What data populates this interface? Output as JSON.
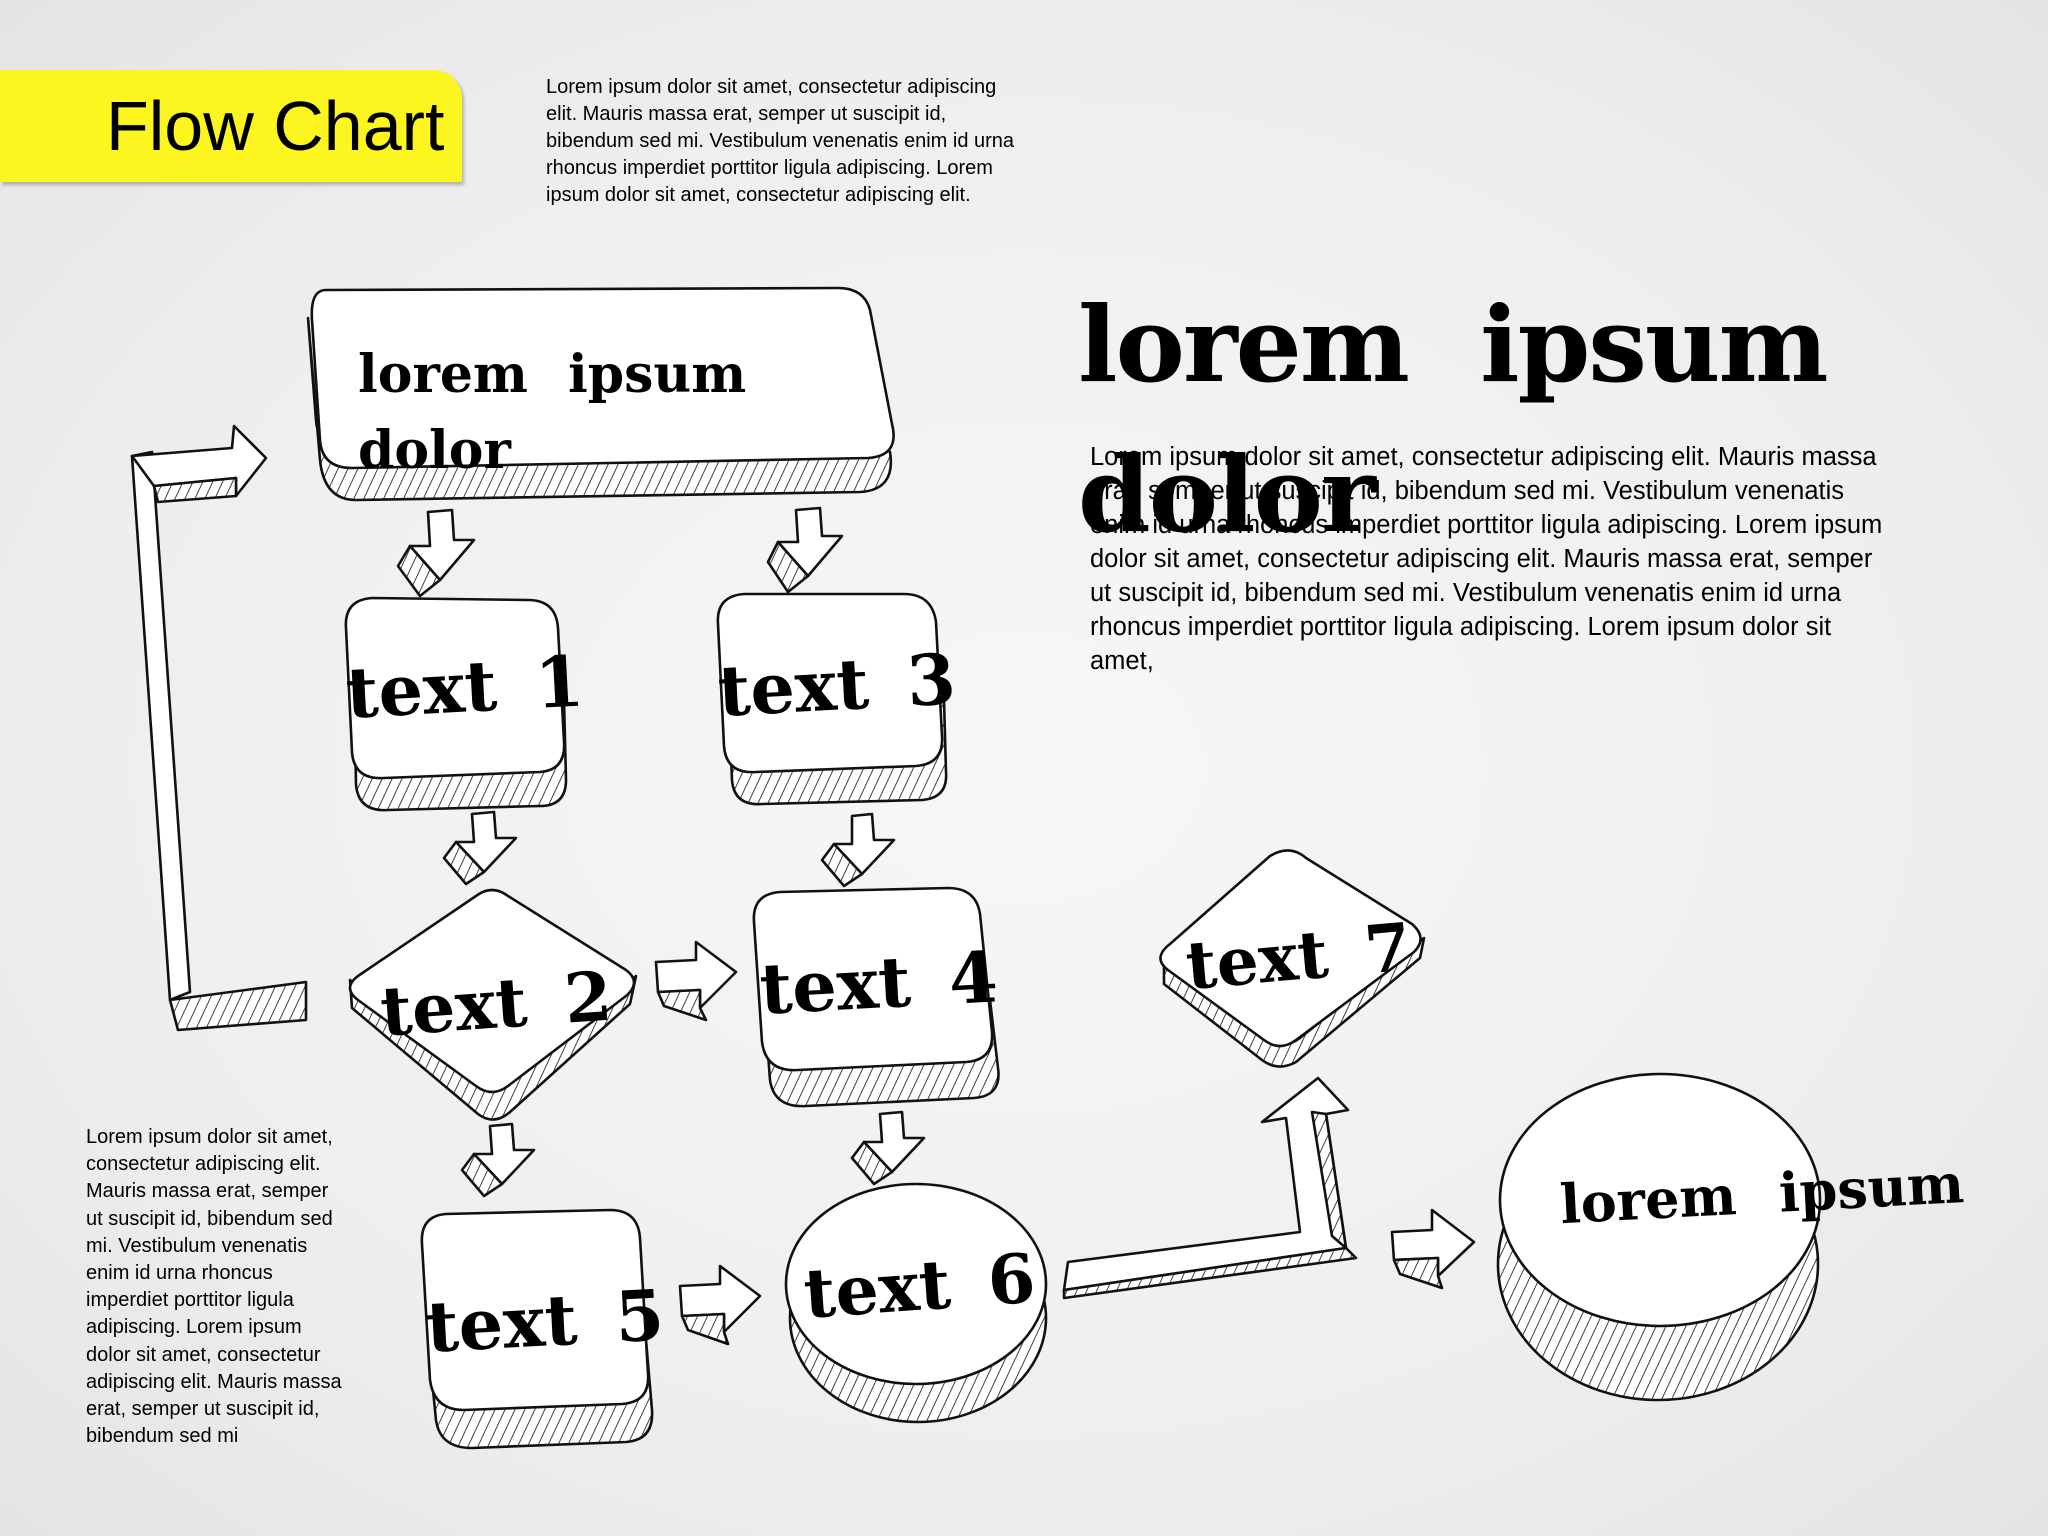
{
  "title": "Flow Chart",
  "intro_paragraph": "Lorem ipsum dolor sit amet, consectetur adipiscing elit. Mauris massa erat, semper ut suscipit id, bibendum sed mi. Vestibulum venenatis enim id urna rhoncus imperdiet porttitor ligula adipiscing. Lorem ipsum dolor sit amet, consectetur adipiscing elit.",
  "main_heading": "lorem ipsum dolor",
  "main_paragraph": "Lorem ipsum dolor sit amet, consectetur adipiscing elit. Mauris massa erat, semper ut suscipit id, bibendum sed mi. Vestibulum venenatis enim id urna rhoncus imperdiet porttitor ligula adipiscing. Lorem ipsum dolor sit amet, consectetur adipiscing elit. Mauris massa erat, semper ut suscipit id, bibendum sed mi. Vestibulum venenatis enim id urna rhoncus imperdiet porttitor ligula adipiscing. Lorem ipsum dolor sit amet,",
  "side_paragraph": "Lorem ipsum dolor sit amet, consectetur adipiscing elit. Mauris massa erat, semper ut suscipit id, bibendum sed mi. Vestibulum venenatis enim id urna rhoncus imperdiet porttitor ligula adipiscing. Lorem ipsum dolor sit amet, consectetur adipiscing elit. Mauris massa erat, semper ut suscipit id, bibendum sed mi",
  "flowchart": {
    "top_box_line1": "lorem ipsum",
    "top_box_line2": "dolor",
    "text1": "text 1",
    "text2": "text 2",
    "text3": "text 3",
    "text4": "text 4",
    "text5": "text 5",
    "text6": "text 6",
    "text7": "text 7",
    "end_circle": "lorem ipsum"
  }
}
